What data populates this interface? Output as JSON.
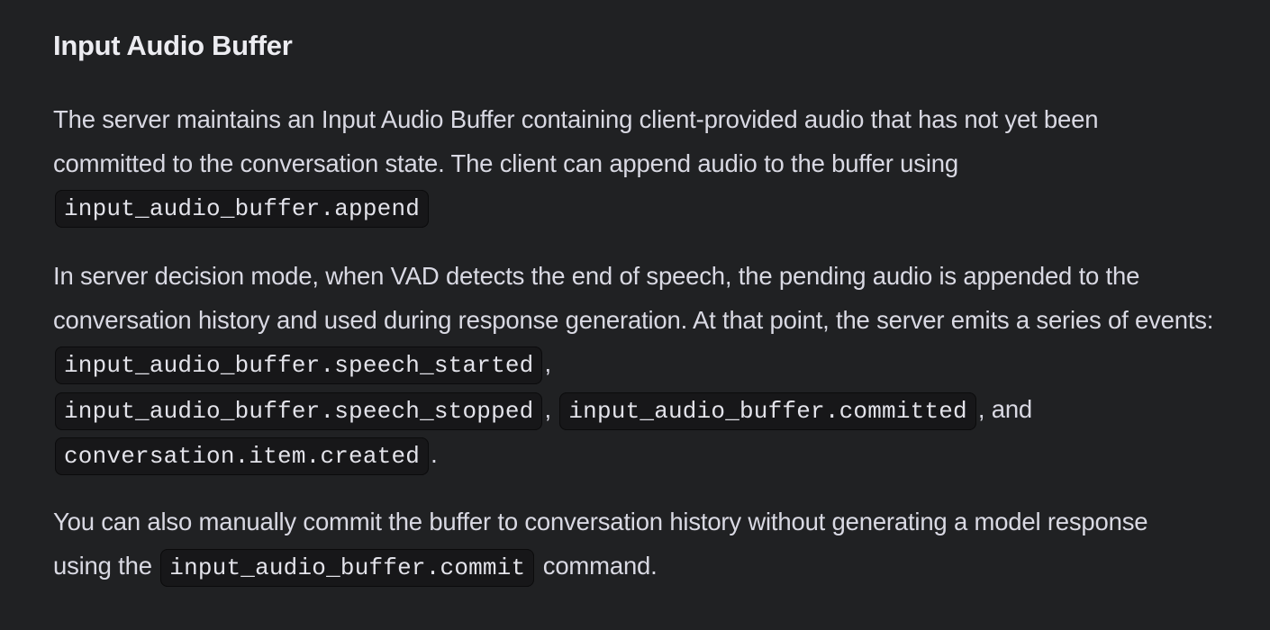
{
  "section": {
    "title": "Input Audio Buffer",
    "paragraphs": [
      {
        "text_1": "The server maintains an Input Audio Buffer containing client-provided audio that has not yet been committed to the conversation state. The client can append audio to the buffer using ",
        "code_1": "input_audio_buffer.append"
      },
      {
        "text_1": "In server decision mode, when VAD detects the end of speech, the pending audio is appended to the conversation history and used during response generation. At that point, the server emits a series of events: ",
        "code_1": "input_audio_buffer.speech_started",
        "text_2": ", ",
        "code_2": "input_audio_buffer.speech_stopped",
        "text_3": ", ",
        "code_3": "input_audio_buffer.committed",
        "text_4": ", and ",
        "code_4": "conversation.item.created",
        "text_5": "."
      },
      {
        "text_1": "You can also manually commit the buffer to conversation history without generating a model response using the ",
        "code_1": "input_audio_buffer.commit",
        "text_2": " command."
      }
    ]
  },
  "colors": {
    "background": "#202123",
    "text": "#d9d9e3",
    "heading": "#ececf1",
    "code_background": "#171719"
  }
}
